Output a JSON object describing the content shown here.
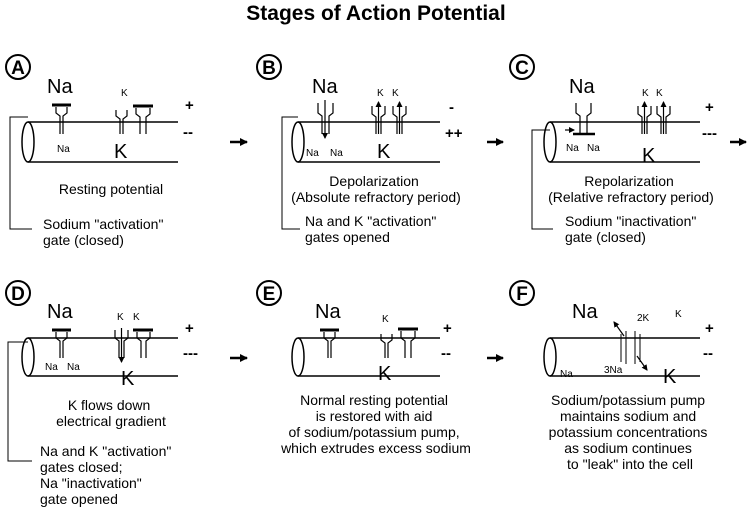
{
  "title": "Stages of Action Potential",
  "panels": {
    "a": {
      "letter": "A",
      "na": "Na",
      "k_small": "K",
      "k_big": "K",
      "na_in": "Na",
      "sign_top": "+",
      "sign_bottom": "--",
      "caption": [
        "Resting potential"
      ],
      "note": [
        "Sodium \"activation\"",
        "gate (closed)"
      ]
    },
    "b": {
      "letter": "B",
      "na": "Na",
      "k_small_1": "K",
      "k_small_2": "K",
      "k_big": "K",
      "na_in_1": "Na",
      "na_in_2": "Na",
      "sign_top": "-",
      "sign_bottom": "++",
      "caption": [
        "Depolarization",
        "(Absolute refractory period)"
      ],
      "note": [
        "Na  and K  \"activation\"",
        "gates opened"
      ]
    },
    "c": {
      "letter": "C",
      "na": "Na",
      "k_small_1": "K",
      "k_small_2": "K",
      "k_big": "K",
      "na_in_1": "Na",
      "na_in_2": "Na",
      "sign_top": "+",
      "sign_bottom": "---",
      "caption": [
        "Repolarization",
        "(Relative refractory period)"
      ],
      "note": [
        "Sodium \"inactivation\"",
        "gate (closed)"
      ]
    },
    "d": {
      "letter": "D",
      "na": "Na",
      "k_small_1": "K",
      "k_small_2": "K",
      "k_big": "K",
      "na_in_1": "Na",
      "na_in_2": "Na",
      "sign_top": "+",
      "sign_bottom": "---",
      "caption": [
        "K  flows down",
        "electrical gradient"
      ],
      "note": [
        "Na  and K  \"activation\"",
        "gates closed;",
        "Na  \"inactivation\"",
        "gate opened"
      ]
    },
    "e": {
      "letter": "E",
      "na": "Na",
      "k_small": "K",
      "k_big": "K",
      "sign_top": "+",
      "sign_bottom": "--",
      "caption": [
        "Normal resting potential",
        "is restored with aid",
        "of sodium/potassium pump,",
        "which extrudes excess sodium"
      ]
    },
    "f": {
      "letter": "F",
      "na": "Na",
      "k_small": "K",
      "k_big": "K",
      "na_in": "Na",
      "pump_top": "2K",
      "pump_bottom": "3Na",
      "sign_top": "+",
      "sign_bottom": "--",
      "caption": [
        "Sodium/potassium pump",
        "maintains sodium and",
        "potassium concentrations",
        "as sodium continues",
        "to \"leak\" into the cell"
      ]
    }
  }
}
